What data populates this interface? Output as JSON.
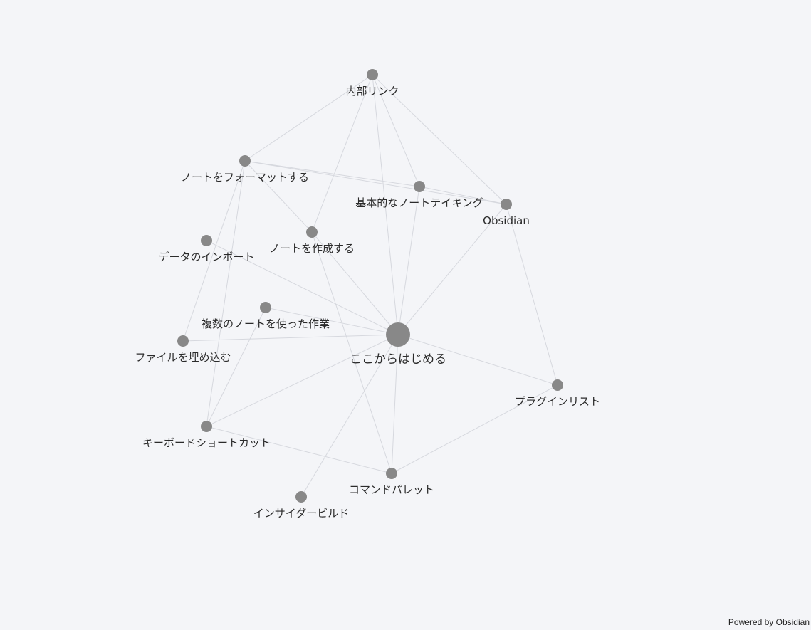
{
  "graph": {
    "node_color": "#888888",
    "edge_color": "#d6d8de",
    "background": "#f4f5f8",
    "nodes": [
      {
        "id": "start",
        "label": "ここからはじめる",
        "hub": true
      },
      {
        "id": "internal",
        "label": "内部リンク"
      },
      {
        "id": "format",
        "label": "ノートをフォーマットする"
      },
      {
        "id": "basic",
        "label": "基本的なノートテイキング"
      },
      {
        "id": "obsidian",
        "label": "Obsidian"
      },
      {
        "id": "create",
        "label": "ノートを作成する"
      },
      {
        "id": "import",
        "label": "データのインポート"
      },
      {
        "id": "multi",
        "label": "複数のノートを使った作業"
      },
      {
        "id": "embed",
        "label": "ファイルを埋め込む"
      },
      {
        "id": "plugins",
        "label": "プラグインリスト"
      },
      {
        "id": "shortcuts",
        "label": "キーボードショートカット"
      },
      {
        "id": "palette",
        "label": "コマンドパレット"
      },
      {
        "id": "insider",
        "label": "インサイダービルド"
      }
    ],
    "edges": [
      [
        "internal",
        "format"
      ],
      [
        "internal",
        "create"
      ],
      [
        "internal",
        "basic"
      ],
      [
        "internal",
        "obsidian"
      ],
      [
        "internal",
        "start"
      ],
      [
        "format",
        "basic"
      ],
      [
        "format",
        "obsidian"
      ],
      [
        "format",
        "create"
      ],
      [
        "format",
        "embed"
      ],
      [
        "format",
        "shortcuts"
      ],
      [
        "basic",
        "obsidian"
      ],
      [
        "basic",
        "start"
      ],
      [
        "obsidian",
        "start"
      ],
      [
        "obsidian",
        "plugins"
      ],
      [
        "create",
        "start"
      ],
      [
        "create",
        "palette"
      ],
      [
        "import",
        "start"
      ],
      [
        "multi",
        "start"
      ],
      [
        "multi",
        "shortcuts"
      ],
      [
        "embed",
        "start"
      ],
      [
        "start",
        "plugins"
      ],
      [
        "start",
        "shortcuts"
      ],
      [
        "start",
        "palette"
      ],
      [
        "start",
        "insider"
      ],
      [
        "shortcuts",
        "palette"
      ],
      [
        "palette",
        "plugins"
      ]
    ]
  },
  "footer": {
    "powered_by": "Powered by Obsidian"
  }
}
